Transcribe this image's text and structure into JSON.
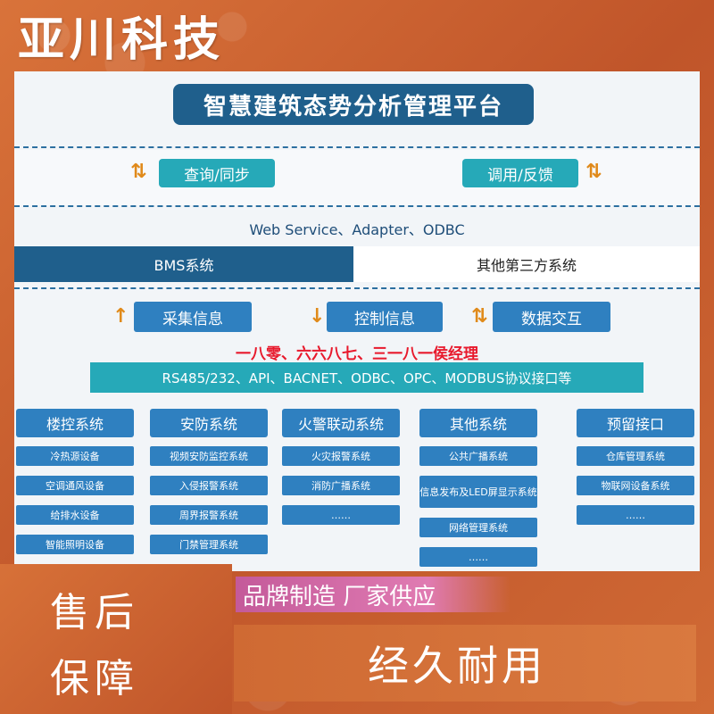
{
  "brand": "亚川科技",
  "diagram": {
    "title": "智慧建筑态势分析管理平台",
    "top_buttons": [
      {
        "label": "查询/同步"
      },
      {
        "label": "调用/反馈"
      }
    ],
    "protocols": "Web Service、Adapter、ODBC",
    "bms": {
      "left": "BMS系统",
      "right": "其他第三方系统"
    },
    "mid_buttons": [
      {
        "label": "采集信息"
      },
      {
        "label": "控制信息"
      },
      {
        "label": "数据交互"
      }
    ],
    "red_note": "一八零、六六八七、三一八一侯经理",
    "interfaces": "RS485/232、API、BACNET、ODBC、OPC、MODBUS协议接口等",
    "columns": [
      {
        "head": "楼控系统",
        "items": [
          "冷热源设备",
          "空调通风设备",
          "给排水设备",
          "智能照明设备"
        ]
      },
      {
        "head": "安防系统",
        "items": [
          "视频安防监控系统",
          "入侵报警系统",
          "周界报警系统",
          "门禁管理系统"
        ]
      },
      {
        "head": "火警联动系统",
        "items": [
          "火灾报警系统",
          "消防广播系统",
          "……"
        ]
      },
      {
        "head": "其他系统",
        "items": [
          "公共广播系统",
          "信息发布及LED屏显示系统",
          "网络管理系统",
          "……"
        ]
      },
      {
        "head": "预留接口",
        "items": [
          "仓库管理系统",
          "物联网设备系统",
          "……"
        ]
      }
    ]
  },
  "after_sales": [
    "售后",
    "保障"
  ],
  "ribbon": "品牌制造  厂家供应",
  "durable": "经久耐用",
  "colors": {
    "frame": "#c4602c",
    "dark_blue": "#1f5f8c",
    "teal": "#26a9b8",
    "blue": "#2f80c0",
    "red_text": "#e8192c",
    "arrow": "#e08a1a"
  }
}
